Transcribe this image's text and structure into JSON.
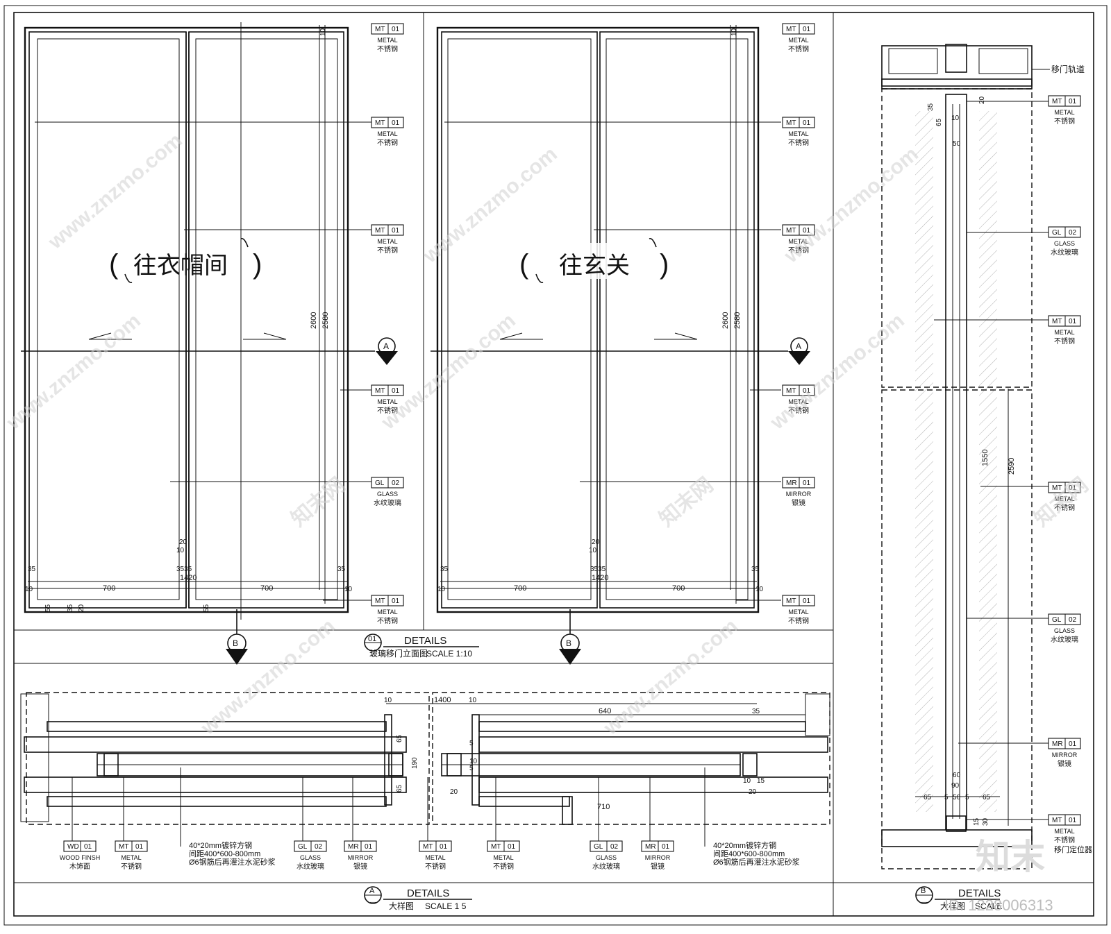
{
  "elevation": {
    "left_door_text": "往衣帽间",
    "right_door_text": "往玄关",
    "dims_bottom": [
      "700",
      "700",
      "1420"
    ],
    "dims_small": [
      "10",
      "35",
      "20",
      "35",
      "35",
      "55",
      "10",
      "20"
    ],
    "dim_height_outer": "2600",
    "dim_height_inner": "2580",
    "section_marker_a": "A",
    "section_marker_b": "B"
  },
  "tags_left": [
    {
      "code": "MT",
      "num": "01",
      "en": "METAL",
      "cn": "不锈钢"
    },
    {
      "code": "MT",
      "num": "01",
      "en": "METAL",
      "cn": "不锈钢"
    },
    {
      "code": "MT",
      "num": "01",
      "en": "METAL",
      "cn": "不锈钢"
    },
    {
      "code": "MT",
      "num": "01",
      "en": "METAL",
      "cn": "不锈钢"
    },
    {
      "code": "GL",
      "num": "02",
      "en": "GLASS",
      "cn": "水纹玻璃"
    },
    {
      "code": "MT",
      "num": "01",
      "en": "METAL",
      "cn": "不锈钢"
    }
  ],
  "tags_mid": [
    {
      "code": "MT",
      "num": "01",
      "en": "METAL",
      "cn": "不锈钢"
    },
    {
      "code": "MT",
      "num": "01",
      "en": "METAL",
      "cn": "不锈钢"
    },
    {
      "code": "MT",
      "num": "01",
      "en": "METAL",
      "cn": "不锈钢"
    },
    {
      "code": "MT",
      "num": "01",
      "en": "METAL",
      "cn": "不锈钢"
    },
    {
      "code": "MR",
      "num": "01",
      "en": "MIRROR",
      "cn": "银镜"
    },
    {
      "code": "MT",
      "num": "01",
      "en": "METAL",
      "cn": "不锈钢"
    }
  ],
  "tags_right": [
    {
      "code": "MT",
      "num": "01",
      "en": "METAL",
      "cn": "不锈钢"
    },
    {
      "code": "GL",
      "num": "02",
      "en": "GLASS",
      "cn": "水纹玻璃"
    },
    {
      "code": "MT",
      "num": "01",
      "en": "METAL",
      "cn": "不锈钢"
    },
    {
      "code": "MT",
      "num": "01",
      "en": "METAL",
      "cn": "不锈钢"
    },
    {
      "code": "GL",
      "num": "02",
      "en": "GLASS",
      "cn": "水纹玻璃"
    },
    {
      "code": "MR",
      "num": "01",
      "en": "MIRROR",
      "cn": "银镜"
    },
    {
      "code": "MT",
      "num": "01",
      "en": "METAL",
      "cn": "不锈钢"
    }
  ],
  "right_section": {
    "track_label": "移门轨道",
    "locator_label": "移门定位器",
    "dims": [
      "35",
      "65",
      "20",
      "10",
      "50",
      "1550",
      "2590",
      "60",
      "90",
      "65",
      "5",
      "50",
      "5",
      "65",
      "15",
      "30"
    ]
  },
  "plan_section": {
    "dims_top": [
      "10",
      "1400",
      "10",
      "640",
      "35"
    ],
    "dims_side": [
      "65",
      "190",
      "65",
      "5",
      "10",
      "5",
      "20",
      "20",
      "10",
      "15",
      "710"
    ],
    "tags": [
      {
        "code": "WD",
        "num": "01",
        "en": "WOOD FINSH",
        "cn": "木饰面"
      },
      {
        "code": "MT",
        "num": "01",
        "en": "METAL",
        "cn": "不锈钢"
      },
      {
        "code": "GL",
        "num": "02",
        "en": "GLASS",
        "cn": "水纹玻璃"
      },
      {
        "code": "MR",
        "num": "01",
        "en": "MIRROR",
        "cn": "银镜"
      },
      {
        "code": "MT",
        "num": "01",
        "en": "METAL",
        "cn": "不锈钢"
      },
      {
        "code": "MT",
        "num": "01",
        "en": "METAL",
        "cn": "不锈钢"
      },
      {
        "code": "GL",
        "num": "02",
        "en": "GLASS",
        "cn": "水纹玻璃"
      },
      {
        "code": "MR",
        "num": "01",
        "en": "MIRROR",
        "cn": "银镜"
      }
    ],
    "note_lines": [
      "40*20mm镀锌方钢",
      "间距400*600-800mm",
      "Ø6钢筋后再灌注水泥砂浆"
    ]
  },
  "titles": {
    "t01_num": "01",
    "t01_title": "DETAILS",
    "t01_sub": "玻璃移门立面图",
    "t01_scale": "SCALE  1:10",
    "tA_num": "A",
    "tA_dash": "—",
    "tA_title": "DETAILS",
    "tA_sub": "大样图",
    "tA_scale": "SCALE 1 5",
    "tB_num": "B",
    "tB_dash": "—",
    "tB_title": "DETAILS",
    "tB_sub": "大样图",
    "tB_scale": "SCALE"
  },
  "watermark": {
    "site": "www.znzmo.com",
    "brand": "知末网",
    "logo": "知末",
    "id": "ID: 1228006313"
  }
}
